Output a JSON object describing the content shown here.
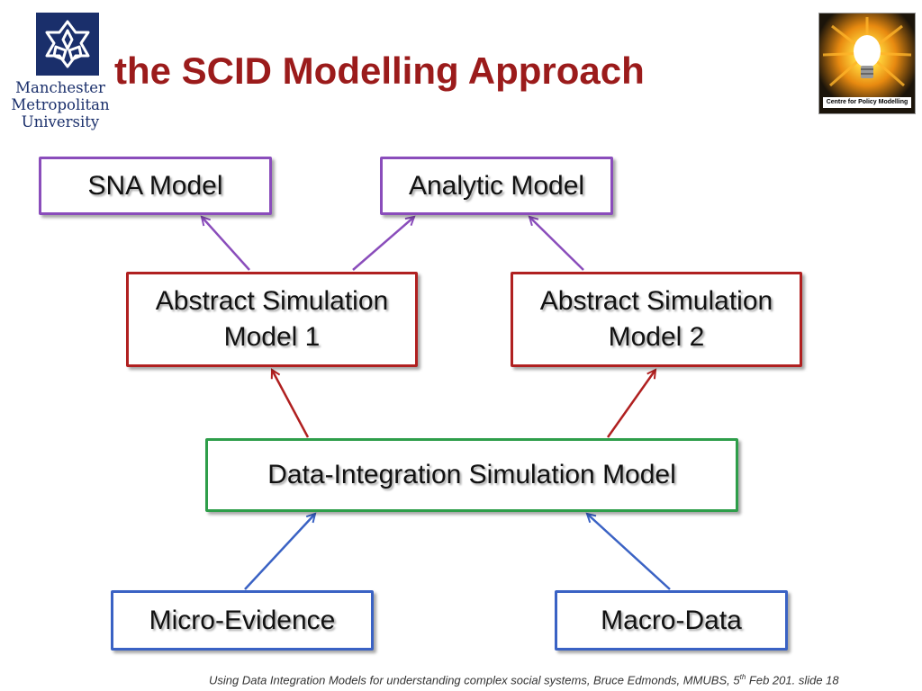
{
  "header": {
    "title": "the SCID Modelling Approach",
    "left_logo": {
      "icon": "manchester-met-emblem-icon",
      "lines": [
        "Manchester",
        "Metropolitan",
        "University"
      ]
    },
    "right_logo": {
      "icon": "lightbulb-icon",
      "label": "Centre for Policy Modelling"
    }
  },
  "diagram": {
    "nodes": {
      "sna": {
        "lines": [
          "SNA Model"
        ],
        "color": "#8a4dbb"
      },
      "analytic": {
        "lines": [
          "Analytic Model"
        ],
        "color": "#8a4dbb"
      },
      "abs1": {
        "lines": [
          "Abstract Simulation",
          "Model 1"
        ],
        "color": "#b02020"
      },
      "abs2": {
        "lines": [
          "Abstract Simulation",
          "Model 2"
        ],
        "color": "#b02020"
      },
      "dataint": {
        "lines": [
          "Data-Integration Simulation Model"
        ],
        "color": "#2e9e4a"
      },
      "micro": {
        "lines": [
          "Micro-Evidence"
        ],
        "color": "#3a62c4"
      },
      "macro": {
        "lines": [
          "Macro-Data"
        ],
        "color": "#3a62c4"
      }
    },
    "edges": [
      {
        "from": "micro",
        "to": "dataint"
      },
      {
        "from": "macro",
        "to": "dataint"
      },
      {
        "from": "dataint",
        "to": "abs1"
      },
      {
        "from": "dataint",
        "to": "abs2"
      },
      {
        "from": "abs1",
        "to": "sna"
      },
      {
        "from": "abs1",
        "to": "analytic"
      },
      {
        "from": "abs2",
        "to": "analytic"
      }
    ]
  },
  "footer": {
    "text_before": "Using Data Integration Models for understanding complex social systems, Bruce Edmonds, MMUBS, 5",
    "sup": "th",
    "text_after": " Feb 201.  slide  18"
  }
}
